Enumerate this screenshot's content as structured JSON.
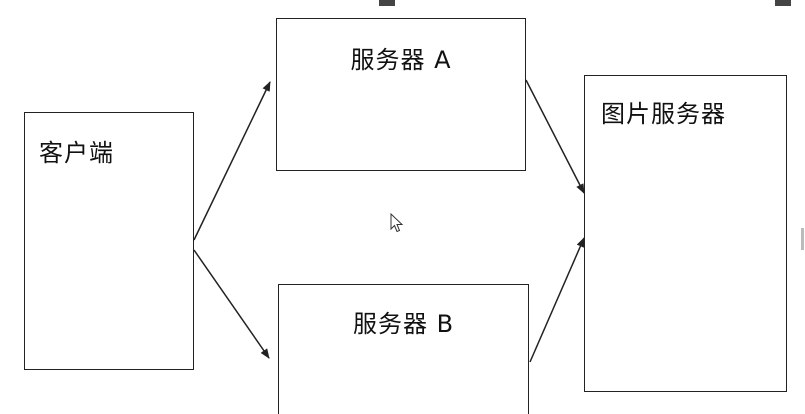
{
  "nodes": {
    "client": {
      "label": "客户端"
    },
    "server_a": {
      "label": "服务器 A"
    },
    "server_b": {
      "label": "服务器 B"
    },
    "image_server": {
      "label": "图片服务器"
    }
  },
  "edges": [
    {
      "from": "client",
      "to": "server_a"
    },
    {
      "from": "client",
      "to": "server_b"
    },
    {
      "from": "server_a",
      "to": "image_server"
    },
    {
      "from": "server_b",
      "to": "image_server"
    }
  ],
  "colors": {
    "stroke": "#222222",
    "background": "#ffffff"
  },
  "icons": {
    "cursor": "mouse-pointer-icon"
  }
}
